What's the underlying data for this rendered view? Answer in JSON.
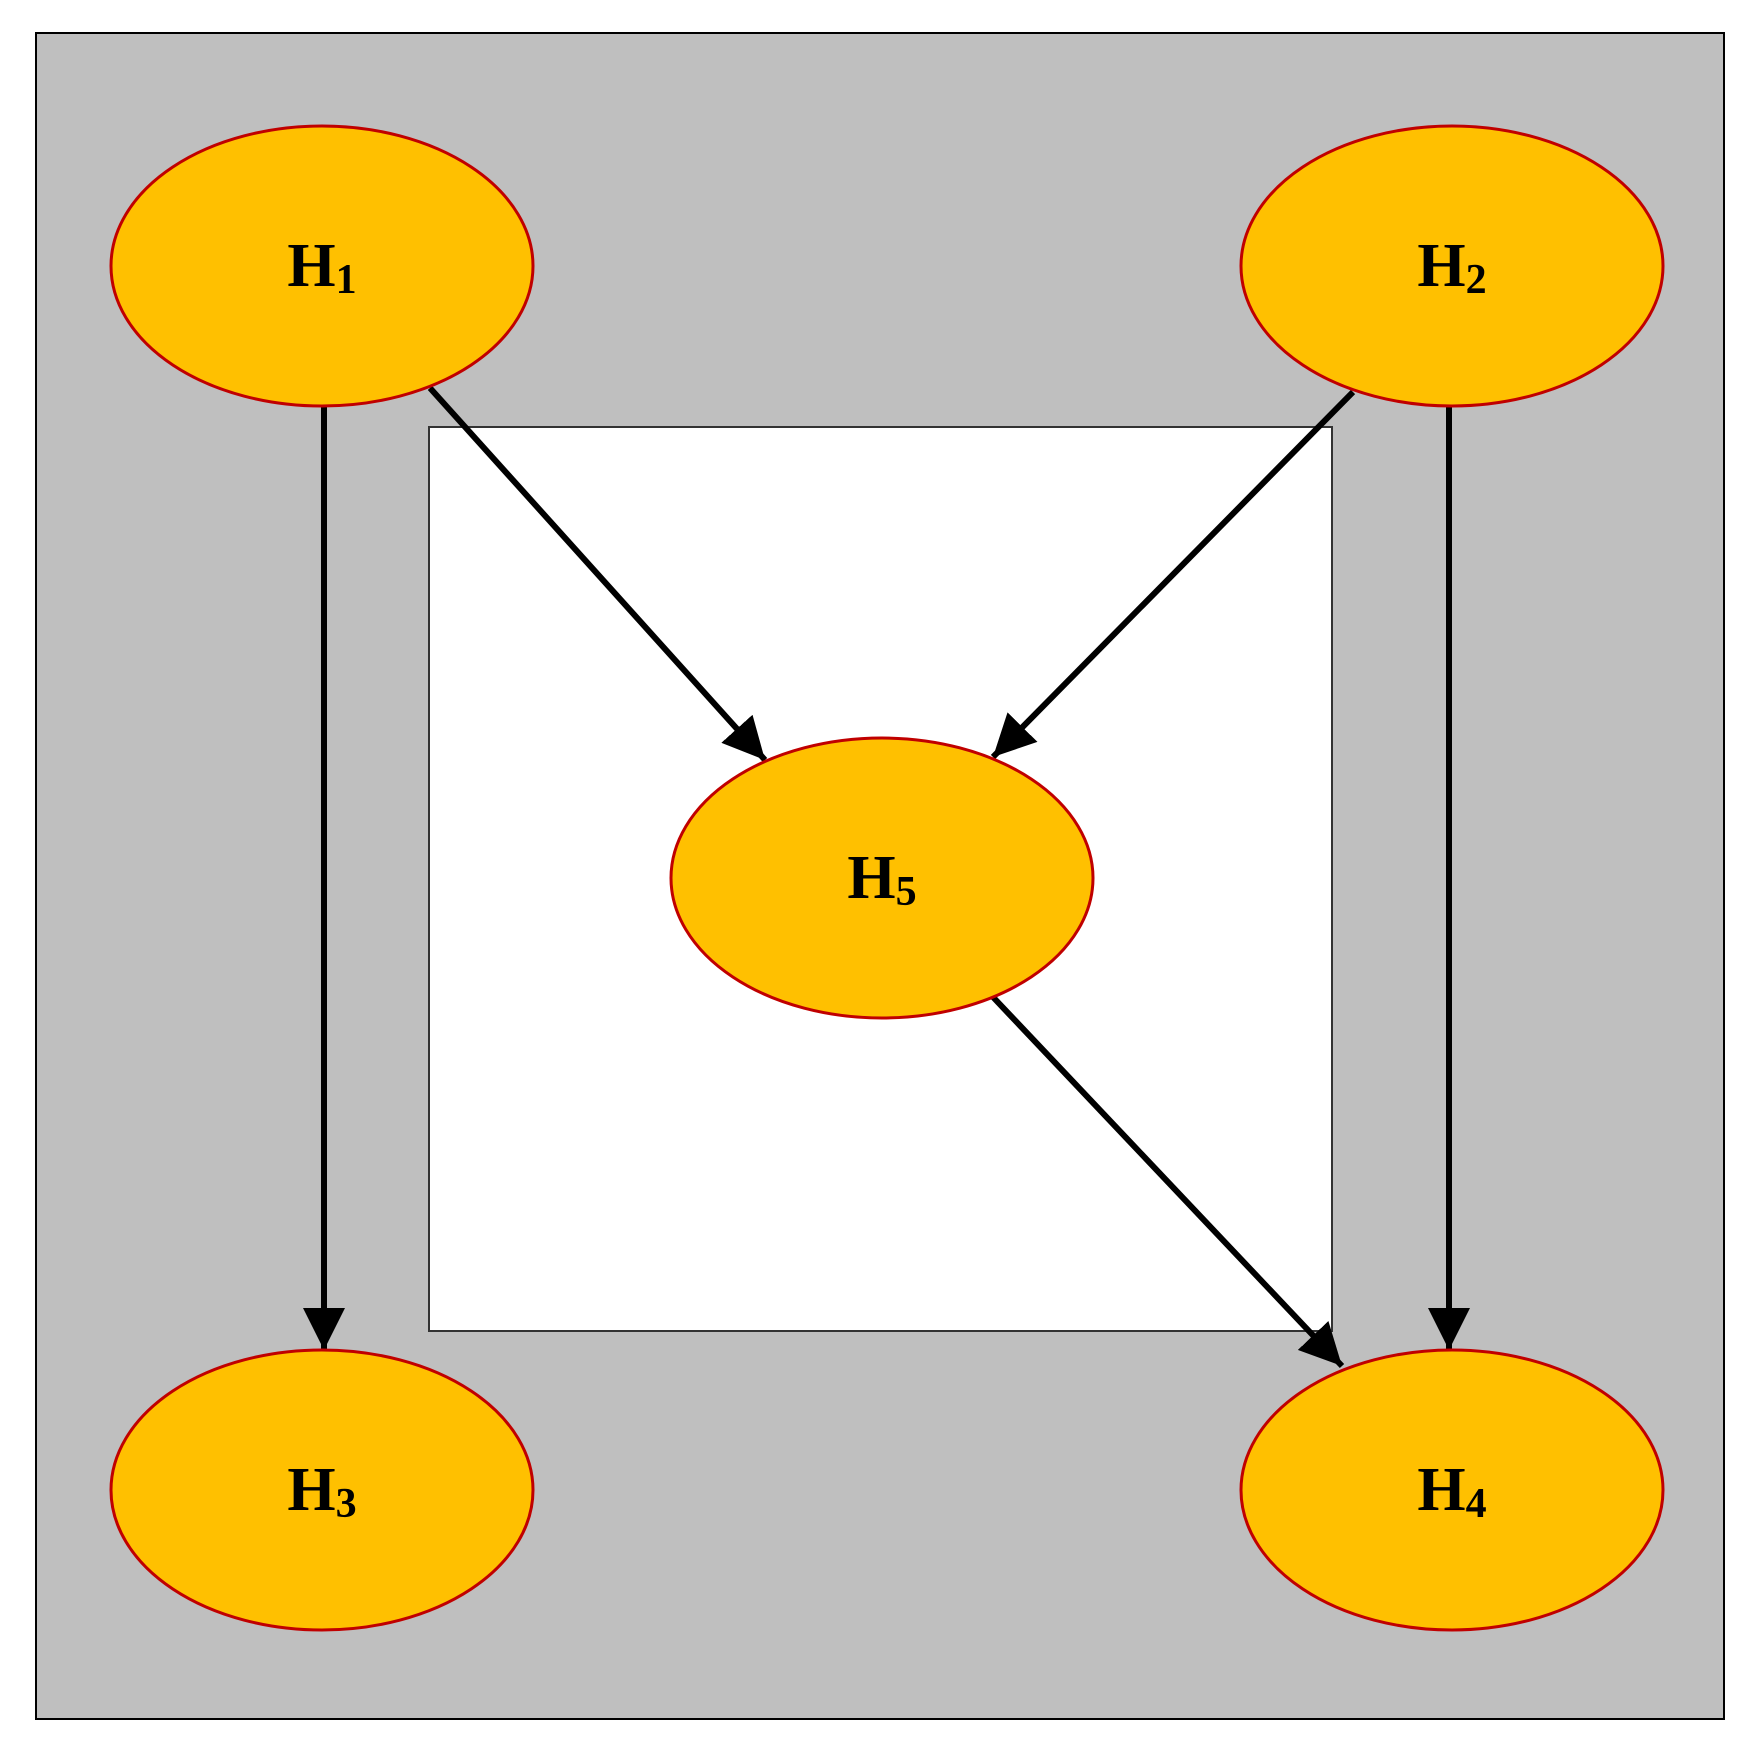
{
  "colors": {
    "outer_background": "#bfbfbf",
    "inner_background": "#ffffff",
    "node_fill": "#ffc000",
    "node_stroke": "#c00000",
    "edge": "#000000",
    "frame_border": "#000000"
  },
  "nodes": [
    {
      "id": "h1",
      "label": "H",
      "sub": "1"
    },
    {
      "id": "h2",
      "label": "H",
      "sub": "2"
    },
    {
      "id": "h3",
      "label": "H",
      "sub": "3"
    },
    {
      "id": "h4",
      "label": "H",
      "sub": "4"
    },
    {
      "id": "h5",
      "label": "H",
      "sub": "5"
    }
  ],
  "edges": [
    {
      "from": "h1",
      "to": "h3"
    },
    {
      "from": "h1",
      "to": "h5"
    },
    {
      "from": "h2",
      "to": "h5"
    },
    {
      "from": "h2",
      "to": "h4"
    },
    {
      "from": "h5",
      "to": "h4"
    }
  ]
}
